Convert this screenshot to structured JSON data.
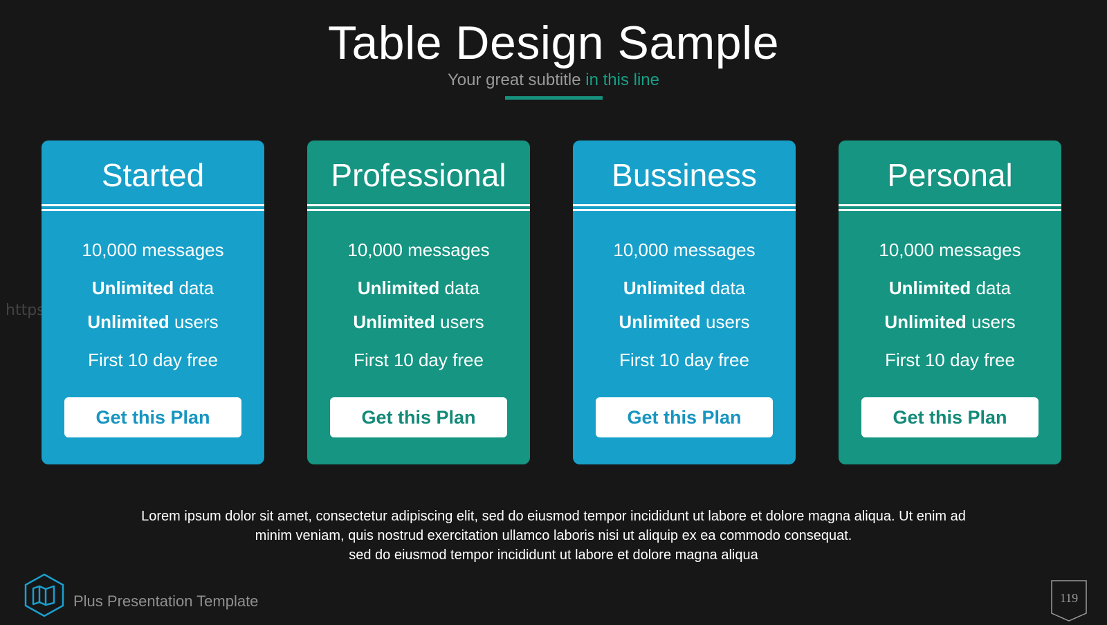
{
  "slide": {
    "title": "Table Design Sample",
    "subtitle_main": "Your great subtitle",
    "subtitle_highlight": "in this line",
    "body_line1": "Lorem ipsum dolor sit amet, consectetur adipiscing elit, sed do eiusmod tempor incididunt ut labore et dolore magna aliqua. Ut enim ad",
    "body_line2": "minim veniam, quis nostrud exercitation ullamco laboris nisi ut aliquip ex ea commodo consequat.",
    "body_line3": "sed do eiusmod tempor incididunt ut labore et dolore magna aliqua",
    "footer": "Plus Presentation Template",
    "page_number": "119",
    "watermark": "https://ppt.pkill.de"
  },
  "plans": [
    {
      "name": "Started",
      "color": "#17a0c9",
      "messages": "10,000 messages",
      "data_bold": "Unlimited",
      "data_rest": " data",
      "users_bold": "Unlimited",
      "users_rest": " users",
      "trial": "First 10 day free",
      "button": "Get this Plan"
    },
    {
      "name": "Professional",
      "color": "#159582",
      "messages": "10,000 messages",
      "data_bold": "Unlimited",
      "data_rest": " data",
      "users_bold": "Unlimited",
      "users_rest": " users",
      "trial": "First 10 day free",
      "button": "Get this Plan"
    },
    {
      "name": "Bussiness",
      "color": "#17a0c9",
      "messages": "10,000 messages",
      "data_bold": "Unlimited",
      "data_rest": " data",
      "users_bold": "Unlimited",
      "users_rest": " users",
      "trial": "First 10 day free",
      "button": "Get this Plan"
    },
    {
      "name": "Personal",
      "color": "#159582",
      "messages": "10,000 messages",
      "data_bold": "Unlimited",
      "data_rest": " data",
      "users_bold": "Unlimited",
      "users_rest": " users",
      "trial": "First 10 day free",
      "button": "Get this Plan"
    }
  ],
  "icons": {
    "footer_logo": "map-icon"
  }
}
